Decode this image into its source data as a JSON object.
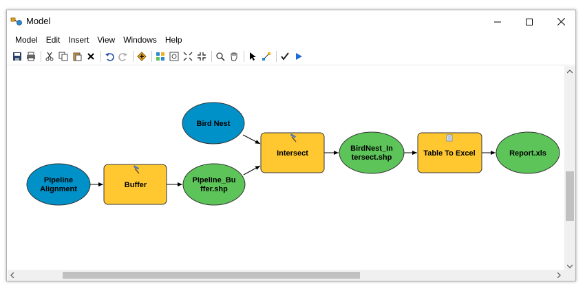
{
  "window": {
    "title": "Model"
  },
  "menu": [
    "Model",
    "Edit",
    "Insert",
    "View",
    "Windows",
    "Help"
  ],
  "toolbar": [
    "save-icon",
    "print-icon",
    "sep",
    "cut-icon",
    "copy-icon",
    "paste-icon",
    "delete-icon",
    "sep",
    "undo-icon",
    "redo-icon",
    "sep",
    "add-data-icon",
    "sep",
    "auto-layout-icon",
    "full-extent-icon",
    "zoom-in-fixed-icon",
    "zoom-out-fixed-icon",
    "sep",
    "zoom-icon",
    "pan-icon",
    "sep",
    "select-icon",
    "connect-icon",
    "sep",
    "validate-icon",
    "run-icon"
  ],
  "colors": {
    "variable": "#0091c8",
    "tool": "#ffc830",
    "output": "#5dc45a"
  },
  "nodes": {
    "pipeline_alignment": [
      "Pipeline",
      "Alignment"
    ],
    "buffer": [
      "Buffer"
    ],
    "pipeline_buffer": [
      "Pipeline_Bu",
      "ffer.shp"
    ],
    "bird_nest": [
      "Bird Nest"
    ],
    "intersect": [
      "Intersect"
    ],
    "birdnest_intersect": [
      "BirdNest_In",
      "tersect.shp"
    ],
    "table_to_excel": [
      "Table To Excel"
    ],
    "report": [
      "Report.xls"
    ]
  }
}
